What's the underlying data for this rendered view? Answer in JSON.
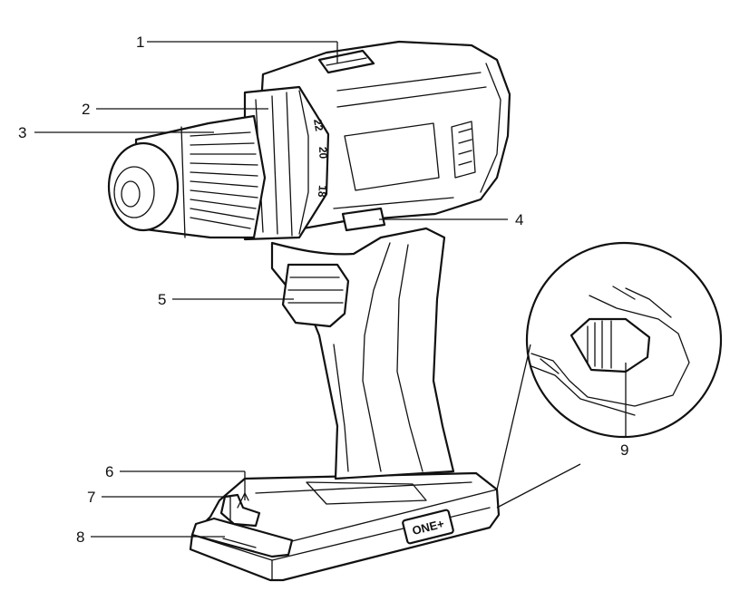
{
  "callouts": {
    "c1": "1",
    "c2": "2",
    "c3": "3",
    "c4": "4",
    "c5": "5",
    "c6": "6",
    "c7": "7",
    "c8": "8",
    "c9": "9"
  },
  "clutch_dial": {
    "mark_22": "22",
    "mark_20": "20",
    "mark_18": "18"
  },
  "battery_logo": "ONE+"
}
